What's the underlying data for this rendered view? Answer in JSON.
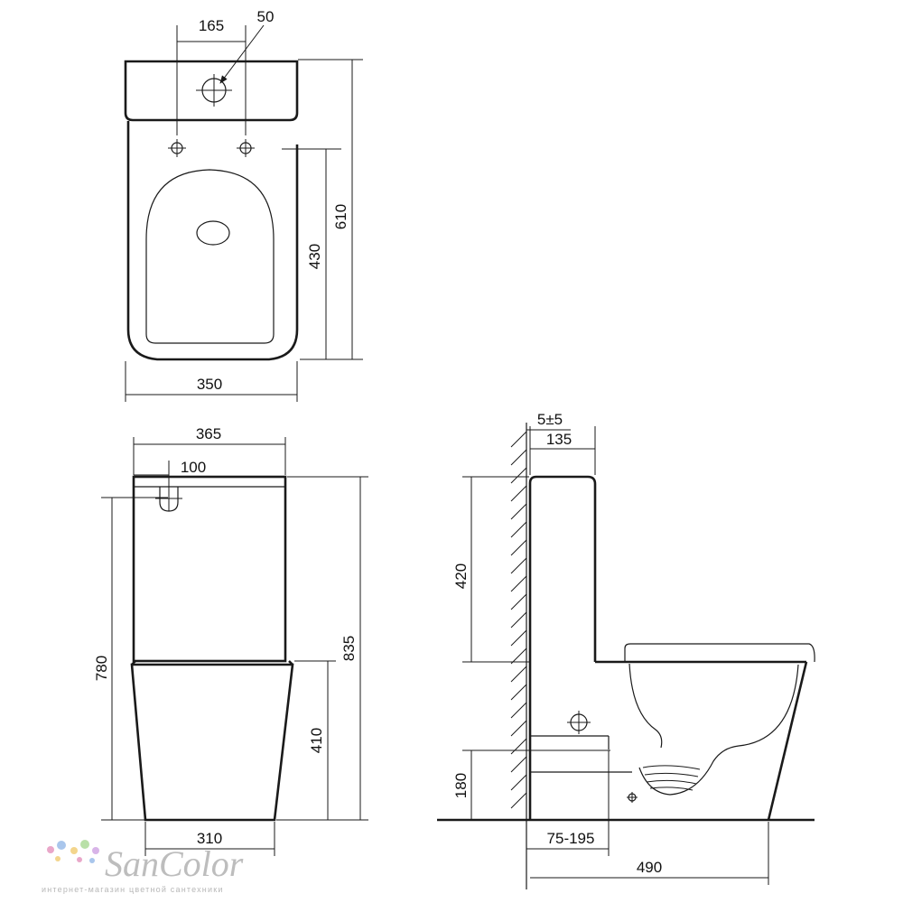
{
  "top_view": {
    "dim_tank_hole_spacing": "165",
    "dim_flush_diameter": "50",
    "dim_seat_length": "430",
    "dim_total_length": "610",
    "dim_width": "350"
  },
  "front_view": {
    "dim_tank_width": "365",
    "dim_inlet_offset": "100",
    "dim_inlet_height": "780",
    "dim_total_height": "835",
    "dim_bowl_height": "410",
    "dim_base_width": "310"
  },
  "side_view": {
    "dim_wall_gap": "5±5",
    "dim_tank_depth": "135",
    "dim_tank_height": "420",
    "dim_outlet_height": "180",
    "dim_outlet_distance": "75-195",
    "dim_total_depth": "490"
  },
  "brand": {
    "name": "SanColor",
    "tagline": "интернет-магазин цветной сантехники",
    "dot_colors": [
      "#e9a7c9",
      "#a9c6ec",
      "#f3d58c",
      "#b9e0a8",
      "#d8b4e8"
    ]
  }
}
